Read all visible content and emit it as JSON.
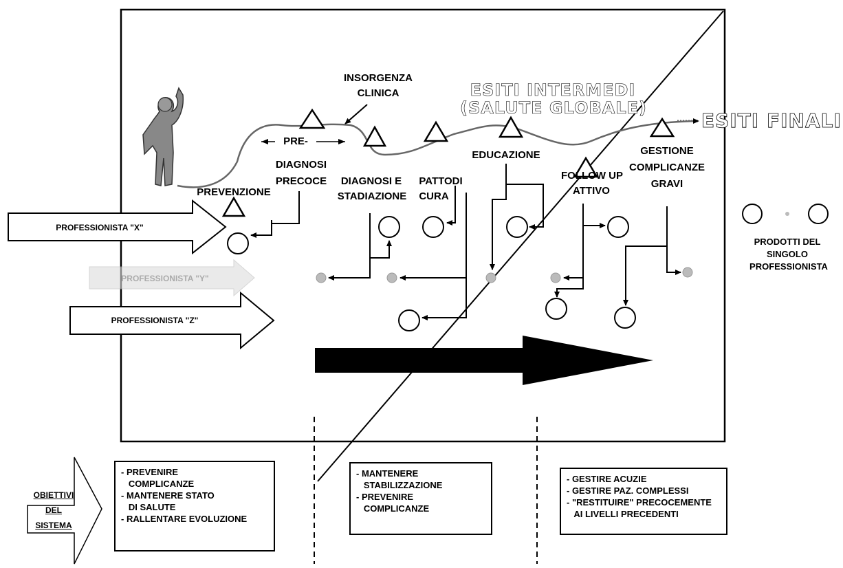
{
  "diagram": {
    "header": {
      "intermediate_line1": "ESITI INTERMEDI",
      "intermediate_line2": "(SALUTE GLOBALE)",
      "final": "ESITI FINALI"
    },
    "onset": {
      "line1": "INSORGENZA",
      "line2": "CLINICA"
    },
    "pathway_steps": [
      {
        "label": "PREVENZIONE"
      },
      {
        "label_top": "PRE-",
        "line2": "DIAGNOSI",
        "line3": "PRECOCE"
      },
      {
        "line1": "DIAGNOSI E",
        "line2": "STADIAZIONE"
      },
      {
        "line1": "PATTODI",
        "line2": "CURA"
      },
      {
        "label": "EDUCAZIONE"
      },
      {
        "line1": "FOLLOW  UP",
        "line2": "ATTIVO"
      },
      {
        "line1": "GESTIONE",
        "line2": "COMPLICANZE",
        "line3": "GRAVI"
      }
    ],
    "professionals": [
      {
        "label": "PROFESSIONISTA \"X\""
      },
      {
        "label": "PROFESSIONISTA \"Y\""
      },
      {
        "label": "PROFESSIONISTA \"Z\""
      }
    ],
    "legend": {
      "line1": "PRODOTTI DEL",
      "line2": "SINGOLO",
      "line3": "PROFESSIONISTA"
    },
    "objectives": {
      "label_line1": "OBIETTIVI",
      "label_line2": "DEL",
      "label_line3": "SISTEMA",
      "boxes": [
        {
          "items": [
            "- PREVENIRE",
            "   COMPLICANZE",
            "- MANTENERE STATO",
            "   DI SALUTE",
            "- RALLENTARE EVOLUZIONE"
          ]
        },
        {
          "items": [
            "- MANTENERE",
            "   STABILIZZAZIONE",
            "- PREVENIRE",
            "   COMPLICANZE"
          ]
        },
        {
          "items": [
            "- GESTIRE ACUZIE",
            "- GESTIRE PAZ. COMPLESSI",
            "- \"RESTITUIRE\" PRECOCEMENTE",
            "   AI LIVELLI PRECEDENTI"
          ]
        }
      ]
    }
  }
}
